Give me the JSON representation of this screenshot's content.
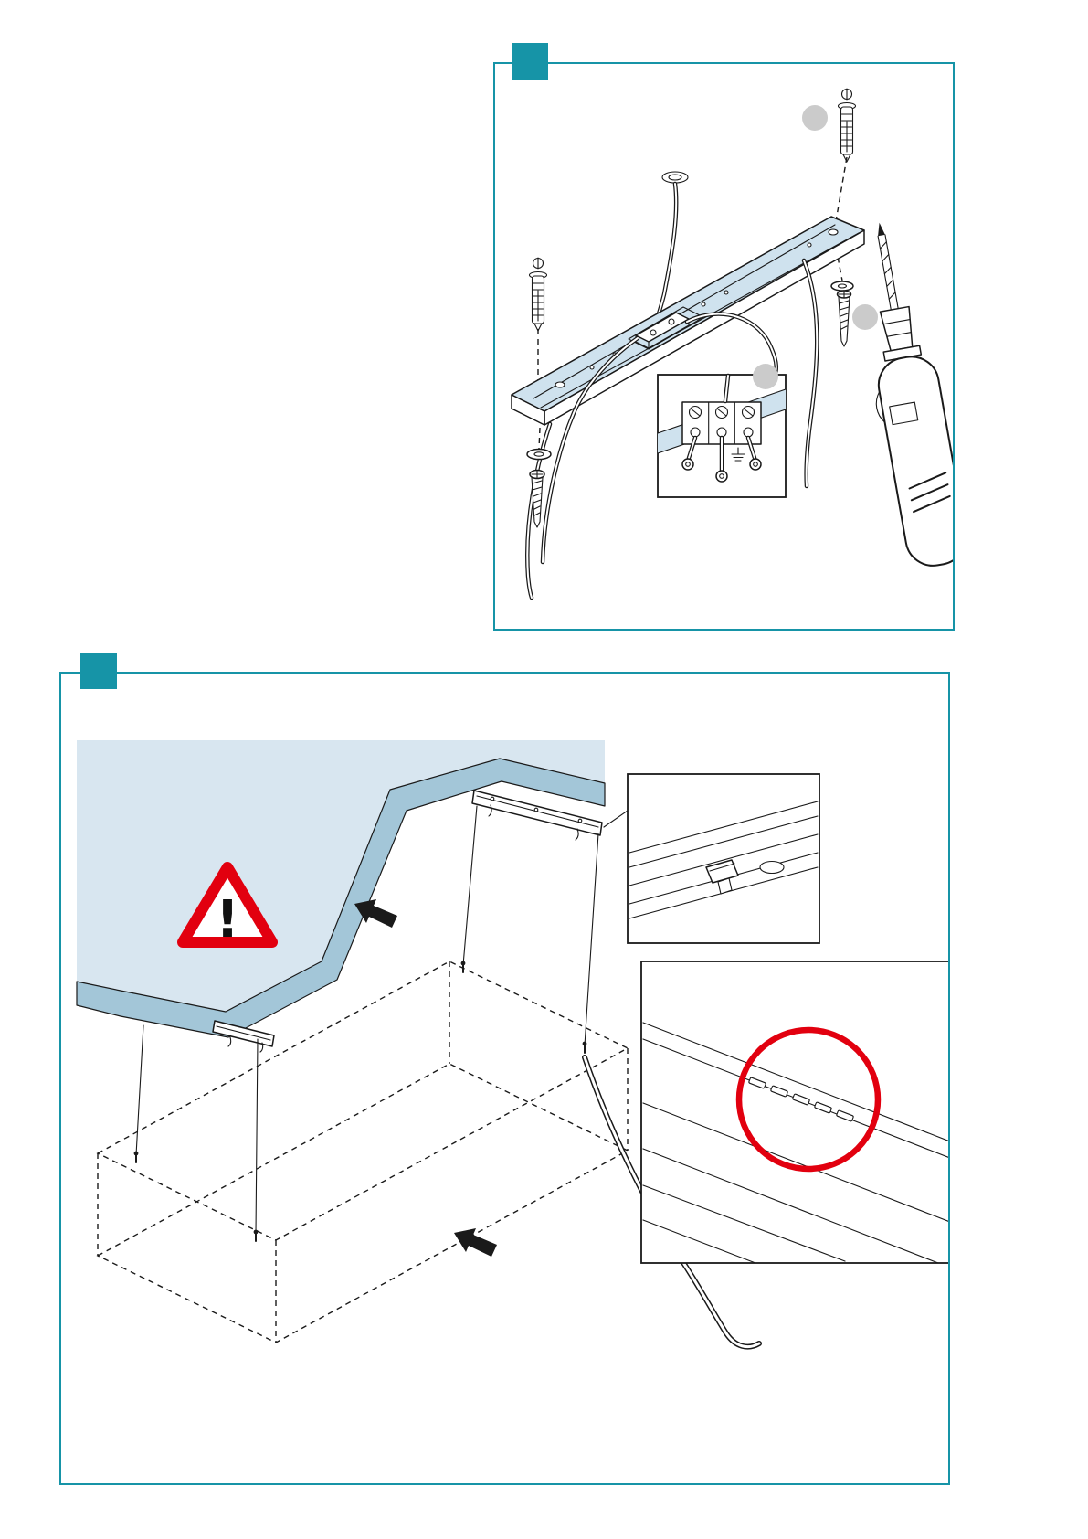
{
  "document": {
    "type": "assembly-instruction-sheet",
    "page_background": "#ffffff"
  },
  "colors": {
    "accent": "#1694A7",
    "line": "#1a1a1a",
    "ceiling_fill": "#D8E6F0",
    "ceiling_edge_fill": "#A3C6D8",
    "rail_fill": "#CFE2EE",
    "warning_red": "#E2000F",
    "highlight_red": "#E2000F",
    "callout_fill": "#CBCBCB",
    "inset_fill": "#ffffff"
  },
  "steps": [
    {
      "id": 1,
      "marker_label": "",
      "components": [
        "wall-anchor",
        "anchor-screw",
        "washer",
        "ceiling-mounting-rail",
        "ceiling-wire-outlet",
        "terminal-block",
        "power-drill",
        "wiring-detail-inset",
        "callout-dot"
      ]
    },
    {
      "id": 2,
      "marker_label": "",
      "components": [
        "ceiling",
        "mounting-rail",
        "mounting-bracket",
        "warning-triangle",
        "direction-arrow",
        "suspended-fixture-outline",
        "suspension-wire",
        "power-cable",
        "bracket-detail-inset",
        "slot-detail-inset",
        "highlight-circle"
      ]
    }
  ],
  "warning": {
    "symbol": "!"
  }
}
